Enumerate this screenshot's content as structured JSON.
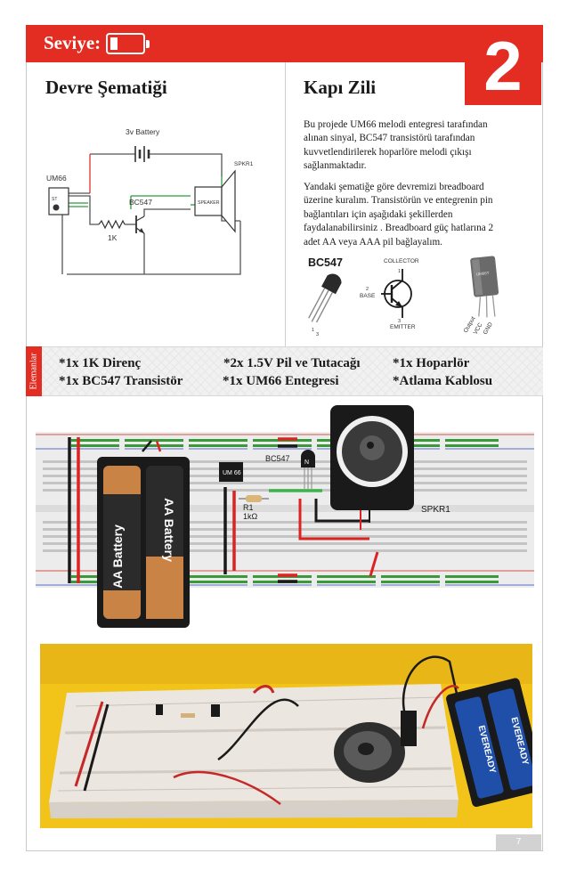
{
  "header": {
    "level_label": "Seviye:",
    "level_number": "2"
  },
  "schematic": {
    "title": "Devre Şematiği",
    "battery_label": "3v Battery",
    "ic_label": "UM66",
    "ic_pin_label": "ST",
    "speaker_ref": "SPKR1",
    "speaker_label": "SPEAKER",
    "transistor_label": "BC547",
    "resistor_label": "1K"
  },
  "project": {
    "title": "Kapı Zili",
    "paragraph1": "Bu projede UM66 melodi entegresi tarafından alınan sinyal, BC547 transistörü tarafından kuvvetlendirilerek hoparlöre melodi çıkışı sağlanmaktadır.",
    "paragraph2": "Yandaki şematiğe göre devremizi breadboard üzerine kuralım. Transistörün ve entegrenin pin bağlantıları için aşağıdaki şekillerden faydalanabilirsiniz . Breadboard güç hatlarına 2 adet AA veya AAA pil bağlayalım."
  },
  "pinout": {
    "name": "BC547",
    "collector": "COLLECTOR",
    "base": "BASE",
    "emitter": "EMITTER",
    "pin1": "1",
    "pin2": "2",
    "pin3": "3",
    "ic_body": "UM66T",
    "ic_pins": [
      "Output",
      "VCC",
      "GND"
    ]
  },
  "components": {
    "tag": "Elemanlar",
    "items": [
      "*1x 1K Direnç",
      "*2x 1.5V Pil ve Tutacağı",
      "*1x Hoparlör",
      "*1x BC547 Transistör",
      "*1x UM66 Entegresi",
      "*Atlama Kablosu"
    ]
  },
  "breadboard": {
    "battery1": "AA Battery",
    "battery2": "AA Battery",
    "ic_label": "UM 66",
    "transistor_label": "BC547",
    "transistor_mark": "N",
    "resistor_ref": "R1",
    "resistor_value": "1kΩ",
    "speaker_ref": "SPKR1"
  },
  "photo": {
    "battery_brand": "EVEREADY"
  },
  "footer": {
    "page_number": "7"
  }
}
